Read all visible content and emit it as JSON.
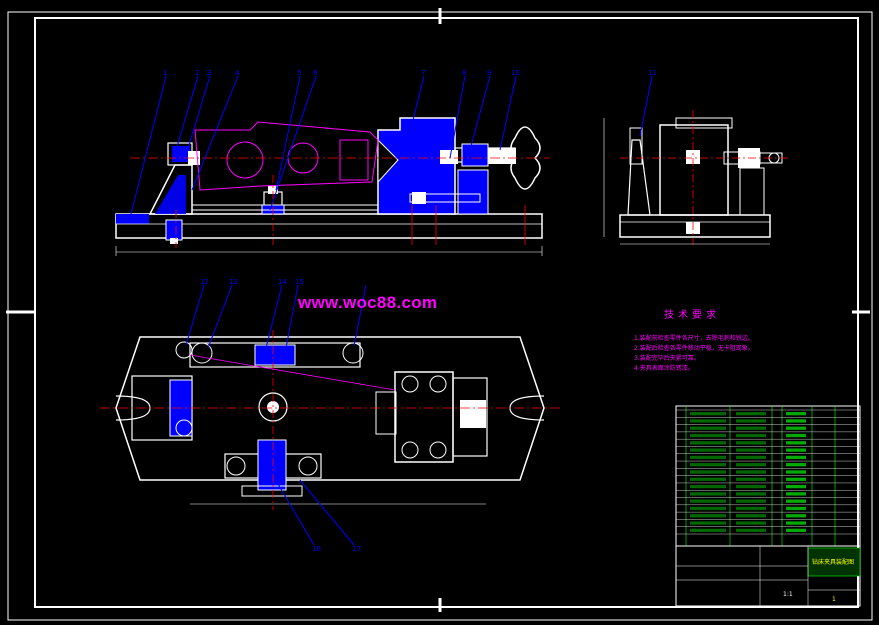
{
  "watermark": "www.woc88.com",
  "technical_requirements": {
    "title": "技术要求",
    "items": [
      "1.装配前检查零件各尺寸，去除毛刺和锐边。",
      "2.装配后检查各零件移动平稳，无卡阻现象。",
      "3.装配完毕后夹紧可靠。",
      "4.夹具表面涂防锈漆。"
    ]
  },
  "part_numbers": [
    "1",
    "2",
    "3",
    "4",
    "5",
    "6",
    "7",
    "8",
    "9",
    "10",
    "11",
    "12",
    "13",
    "14",
    "15",
    "16",
    "17"
  ],
  "title_block": {
    "scale": "1:1",
    "drawing_title": "钻床夹具装配图",
    "sheet": "1"
  },
  "colors": {
    "background": "#000000",
    "frame": "#ffffff",
    "outline": "#ffffff",
    "section_fill": "#0000ff",
    "centerline": "#ff0000",
    "leader": "#0000ff",
    "notes": "#ff00ff",
    "workpiece": "#ff00ff",
    "table_grid": "#00ff00",
    "title_text": "#ffff00"
  }
}
